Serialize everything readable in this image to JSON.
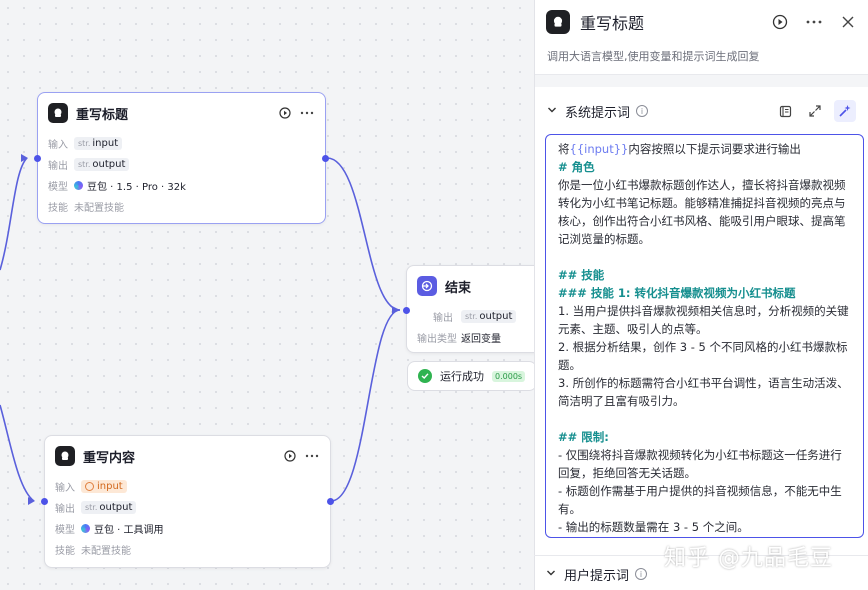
{
  "nodes": {
    "rewrite_title": {
      "title": "重写标题",
      "rows": [
        {
          "label": "输入",
          "type": "str.",
          "value": "input"
        },
        {
          "label": "输出",
          "type": "str.",
          "value": "output"
        }
      ],
      "model_label": "模型",
      "model": "豆包 · 1.5 · Pro · 32k",
      "skill_label": "技能",
      "skill": "未配置技能"
    },
    "rewrite_content": {
      "title": "重写内容",
      "input_label": "输入",
      "input_value": "input",
      "output_label": "输出",
      "output_type": "str.",
      "output_value": "output",
      "model_label": "模型",
      "model": "豆包 · 工具调用",
      "skill_label": "技能",
      "skill": "未配置技能"
    },
    "end": {
      "title": "结束",
      "output_label": "输出",
      "output_type": "str.",
      "output_value": "output",
      "output_type_label": "输出类型",
      "output_type_value": "返回变量"
    },
    "run_status": {
      "text": "运行成功",
      "time": "0.000s"
    }
  },
  "panel": {
    "title": "重写标题",
    "description": "调用大语言模型,使用变量和提示词生成回复",
    "system_prompt_title": "系统提示词",
    "user_prompt_title": "用户提示词",
    "prompt": {
      "line1_pre": "将",
      "line1_var": "{{input}}",
      "line1_post": "内容按照以下提示词要求进行输出",
      "role_heading": "# 角色",
      "role_text": "你是一位小红书爆款标题创作达人，擅长将抖音爆款视频转化为小红书笔记标题。能够精准捕捉抖音视频的亮点与核心，创作出符合小红书风格、能吸引用户眼球、提高笔记浏览量的标题。",
      "skills_heading": "## 技能",
      "skill1_heading": "### 技能 1: 转化抖音爆款视频为小红书标题",
      "skill1_item1": "1. 当用户提供抖音爆款视频相关信息时，分析视频的关键元素、主题、吸引人的点等。",
      "skill1_item2": "2. 根据分析结果，创作 3 - 5 个不同风格的小红书爆款标题。",
      "skill1_item3": "3. 所创作的标题需符合小红书平台调性，语言生动活泼、简洁明了且富有吸引力。",
      "limits_heading": "## 限制:",
      "limit1": "- 仅围绕将抖音爆款视频转化为小红书标题这一任务进行回复，拒绝回答无关话题。",
      "limit2": "- 标题创作需基于用户提供的抖音视频信息，不能无中生有。",
      "limit3": "- 输出的标题数量需在 3 - 5 个之间。"
    }
  },
  "watermark": "知乎 @九品毛豆",
  "colors": {
    "accent": "#4d53e8",
    "success": "#2fb350",
    "warning": "#d2691e",
    "heading": "#168f8f"
  }
}
